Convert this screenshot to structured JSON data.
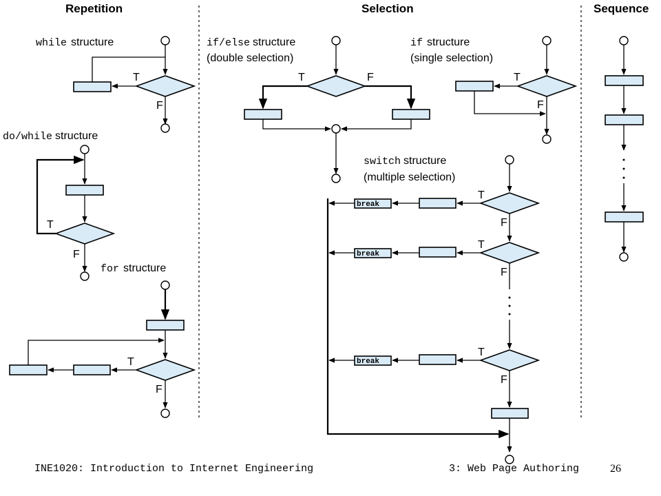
{
  "headers": {
    "repetition": "Repetition",
    "selection": "Selection",
    "sequence": "Sequence"
  },
  "labels": {
    "while_kw": "while",
    "while_rest": "structure",
    "dowhile_kw": "do/while",
    "dowhile_rest": "structure",
    "for_kw": "for",
    "for_rest": "structure",
    "ifelse_kw": "if/else",
    "ifelse_rest": "structure",
    "ifelse_sub": "(double selection)",
    "if_kw": "if",
    "if_rest": "structure",
    "if_sub": "(single selection)",
    "switch_kw": "switch",
    "switch_rest": "structure",
    "switch_sub": "(multiple selection)"
  },
  "branch": {
    "true": "T",
    "false": "F"
  },
  "break_label": "break",
  "footer": {
    "course": "INE1020: Introduction to Internet Engineering",
    "chapter": "3: Web Page Authoring",
    "page": "26"
  }
}
